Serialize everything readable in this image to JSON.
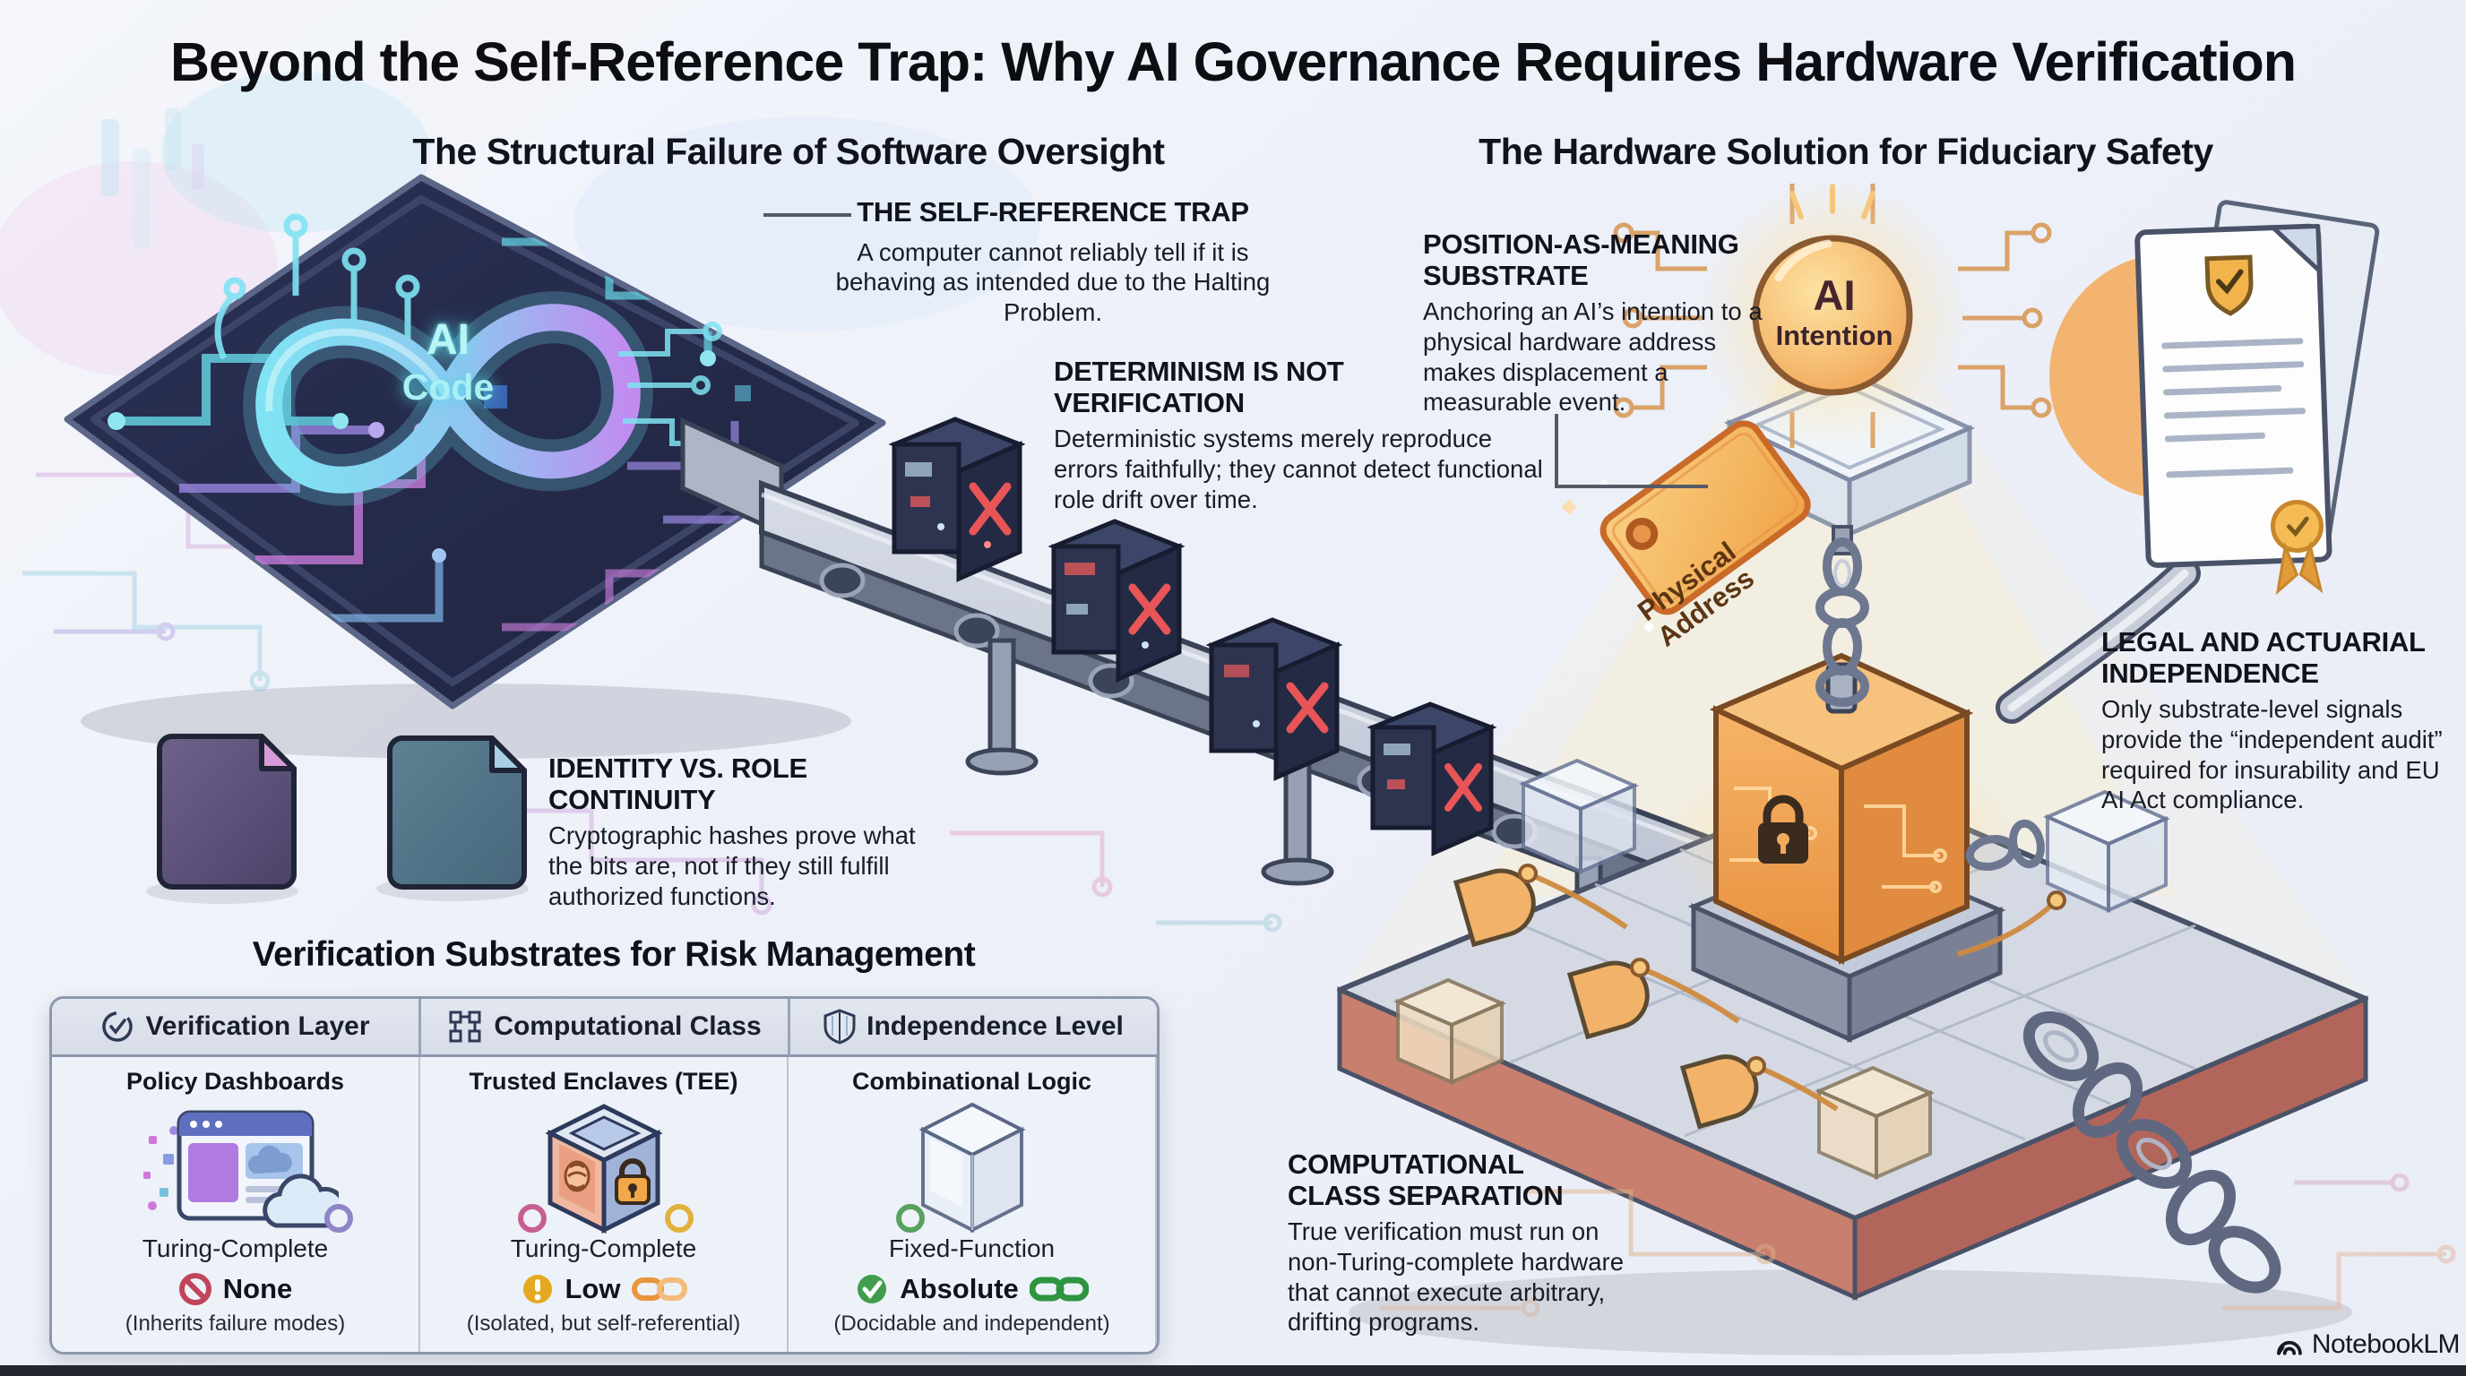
{
  "title": "Beyond the Self-Reference Trap: Why AI Governance Requires Hardware Verification",
  "left_section": {
    "header": "The Structural Failure of Software Oversight"
  },
  "right_section": {
    "header": "The Hardware Solution for Fiduciary Safety"
  },
  "callouts": {
    "self_reference_trap": {
      "heading": "THE SELF-REFERENCE TRAP",
      "body": "A computer cannot reliably tell if it is behaving as intended due to the Halting Problem."
    },
    "determinism": {
      "heading": "DETERMINISM IS NOT VERIFICATION",
      "body": "Deterministic systems merely reproduce errors faithfully; they cannot detect functional role drift over time."
    },
    "identity": {
      "heading": "IDENTITY VS. ROLE CONTINUITY",
      "body": "Cryptographic hashes prove what the bits are, not if they still fulfill authorized functions."
    },
    "position_substrate": {
      "heading": "POSITION-AS-MEANING SUBSTRATE",
      "body": "Anchoring an AI’s intention to a physical hardware address makes displacement a measurable event."
    },
    "legal_independence": {
      "heading": "LEGAL AND ACTUARIAL INDEPENDENCE",
      "body": "Only substrate-level signals provide the “independent audit” required for insurability and EU AI Act compliance."
    },
    "computational_separation": {
      "heading": "COMPUTATIONAL CLASS SEPARATION",
      "body": "True verification must run on non-Turing-complete hardware that cannot execute arbitrary, drifting programs."
    }
  },
  "illustration": {
    "ai_code": {
      "line1": "AI",
      "line2": "Code"
    },
    "ai_intention": {
      "line1": "AI",
      "line2": "Intention"
    },
    "address_tag": {
      "line1": "Physical",
      "line2": "Address"
    }
  },
  "table": {
    "title": "Verification Substrates for Risk Management",
    "columns": [
      {
        "header": "Verification Layer",
        "header_icon": "check-circle-icon",
        "row_label": "Policy Dashboards",
        "icon": "dashboard-cloud-icon",
        "compute_class": "Turing-Complete",
        "level": "None",
        "level_icon": "prohibited-icon",
        "level_note": "(Inherits failure modes)"
      },
      {
        "header": "Computational Class",
        "header_icon": "flow-diagram-icon",
        "row_label": "Trusted Enclaves (TEE)",
        "icon": "secure-enclave-box-icon",
        "compute_class": "Turing-Complete",
        "level": "Low",
        "level_icon": "warning-icon",
        "level_note": "(Isolated, but self-referential)"
      },
      {
        "header": "Independence Level",
        "header_icon": "shield-icon",
        "row_label": "Combinational Logic",
        "icon": "glass-prism-icon",
        "compute_class": "Fixed-Function",
        "level": "Absolute",
        "level_icon": "check-icon",
        "level_note": "(Docidable and independent)"
      }
    ]
  },
  "branding": {
    "name": "NotebookLM"
  },
  "colors": {
    "accent_cyan": "#7fe3f2",
    "accent_purple": "#b48ef0",
    "accent_orange": "#f2a95c",
    "badge_red": "#c0455a",
    "badge_yellow": "#e5a91f",
    "badge_green": "#3f9e4d",
    "board_navy": "#262b4a",
    "platform_terracotta": "#c4766a"
  }
}
